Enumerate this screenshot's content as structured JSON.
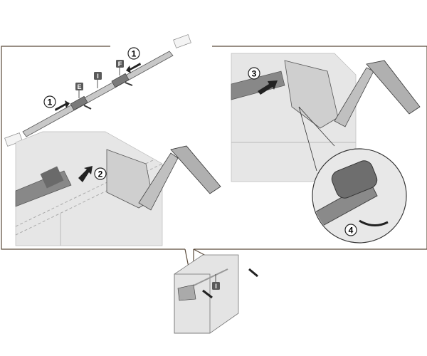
{
  "step_markers": {
    "step1a": "1",
    "step1b": "1",
    "step2": "2",
    "step3": "3",
    "step4": "4"
  },
  "part_labels": {
    "e": "E",
    "i": "I",
    "f": "F",
    "i_overview": "I"
  },
  "colors": {
    "frame": "#5a4a3a",
    "panel": "#e6e6e6",
    "metal": "#b8b8b8",
    "dark": "#3a3a3a",
    "label_bg": "#5a5a5a"
  }
}
